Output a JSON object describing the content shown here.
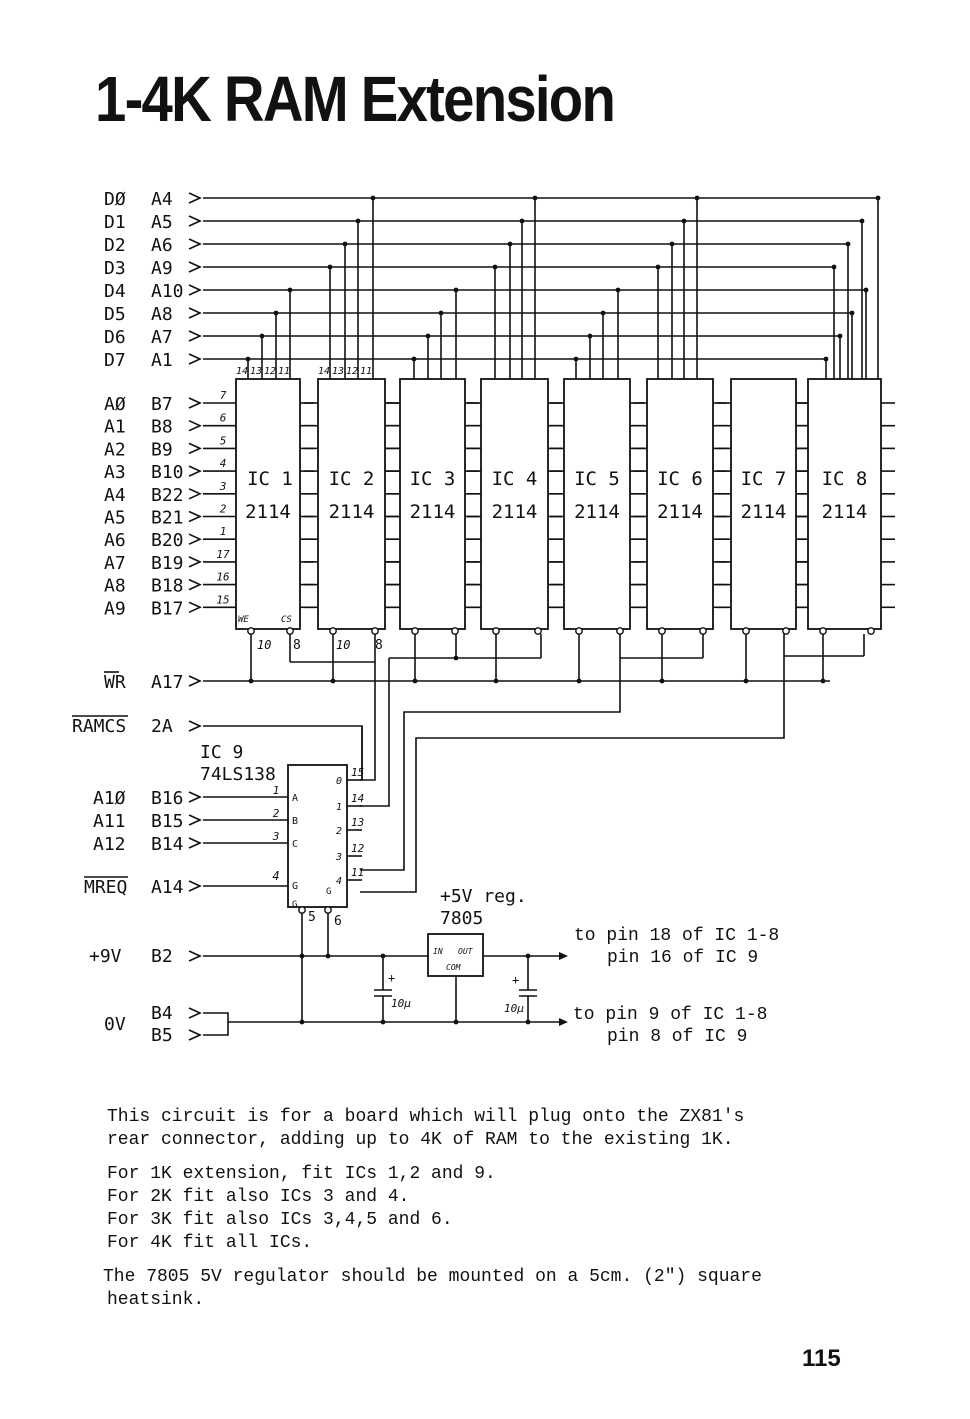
{
  "title": "1-4K RAM Extension",
  "diagram": {
    "data_lines": [
      {
        "signal": "DØ",
        "pin": "A4"
      },
      {
        "signal": "D1",
        "pin": "A5"
      },
      {
        "signal": "D2",
        "pin": "A6"
      },
      {
        "signal": "D3",
        "pin": "A9"
      },
      {
        "signal": "D4",
        "pin": "A10"
      },
      {
        "signal": "D5",
        "pin": "A8"
      },
      {
        "signal": "D6",
        "pin": "A7"
      },
      {
        "signal": "D7",
        "pin": "A1"
      }
    ],
    "address_lines": [
      {
        "signal": "AØ",
        "pin": "B7",
        "icpin": "7"
      },
      {
        "signal": "A1",
        "pin": "B8",
        "icpin": "6"
      },
      {
        "signal": "A2",
        "pin": "B9",
        "icpin": "5"
      },
      {
        "signal": "A3",
        "pin": "B10",
        "icpin": "4"
      },
      {
        "signal": "A4",
        "pin": "B22",
        "icpin": "3"
      },
      {
        "signal": "A5",
        "pin": "B21",
        "icpin": "2"
      },
      {
        "signal": "A6",
        "pin": "B20",
        "icpin": "1"
      },
      {
        "signal": "A7",
        "pin": "B19",
        "icpin": "17"
      },
      {
        "signal": "A8",
        "pin": "B18",
        "icpin": "16"
      },
      {
        "signal": "A9",
        "pin": "B17",
        "icpin": "15"
      }
    ],
    "top_pins": [
      "14",
      "13",
      "12",
      "11"
    ],
    "rams": [
      {
        "name": "IC 1",
        "part": "2114"
      },
      {
        "name": "IC 2",
        "part": "2114"
      },
      {
        "name": "IC 3",
        "part": "2114"
      },
      {
        "name": "IC 4",
        "part": "2114"
      },
      {
        "name": "IC 5",
        "part": "2114"
      },
      {
        "name": "IC 6",
        "part": "2114"
      },
      {
        "name": "IC 7",
        "part": "2114"
      },
      {
        "name": "IC 8",
        "part": "2114"
      }
    ],
    "ram_pin_labels": {
      "we": "WE",
      "cs": "CS",
      "pin10": "10",
      "pin8": "8"
    },
    "wr": {
      "signal": "WR",
      "pin": "A17"
    },
    "ramcs": {
      "signal": "RAMCS",
      "pin": "2A"
    },
    "decoder": {
      "name": "IC 9",
      "part": "74LS138",
      "inputs": [
        {
          "signal": "A1Ø",
          "pin": "B16",
          "icpin": "1",
          "label": "A"
        },
        {
          "signal": "A11",
          "pin": "B15",
          "icpin": "2",
          "label": "B"
        },
        {
          "signal": "A12",
          "pin": "B14",
          "icpin": "3",
          "label": "C"
        }
      ],
      "mreq": {
        "signal": "MREQ",
        "pin": "A14",
        "icpin": "4",
        "label": "G"
      },
      "outputs": [
        {
          "label": "0",
          "icpin": "15"
        },
        {
          "label": "1",
          "icpin": "14"
        },
        {
          "label": "2",
          "icpin": "13"
        },
        {
          "label": "3",
          "icpin": "12"
        },
        {
          "label": "4",
          "icpin": "11"
        }
      ],
      "bottom_pins": [
        "5",
        "6"
      ],
      "g_labels": [
        "G",
        "G"
      ]
    },
    "power": [
      {
        "signal": "+9V",
        "pin": "B2"
      },
      {
        "signal": "0V",
        "pins": [
          "B4",
          "B5"
        ]
      }
    ],
    "regulator": {
      "label1": "+5V reg.",
      "label2": "7805",
      "in": "IN",
      "out": "OUT",
      "com": "COM",
      "cap": "10µ"
    },
    "notes": {
      "supply_line1": "to pin 18 of IC 1-8",
      "supply_line2": "pin 16 of IC 9",
      "ground_line1": "to pin 9 of IC 1-8",
      "ground_line2": "pin 8 of IC 9"
    }
  },
  "text": {
    "para1_line1": "This circuit is for a board which will plug onto the ZX81's",
    "para1_line2": "rear connector, adding up to 4K of RAM to the existing 1K.",
    "para2": [
      "For 1K extension, fit ICs 1,2 and 9.",
      "For 2K fit also ICs 3 and 4.",
      "For 3K fit also ICs 3,4,5 and 6.",
      "For 4K fit all ICs."
    ],
    "para3_line1": "The 7805 5V regulator should be mounted on a 5cm. (2\") square",
    "para3_line2": "heatsink."
  },
  "page_number": "115"
}
